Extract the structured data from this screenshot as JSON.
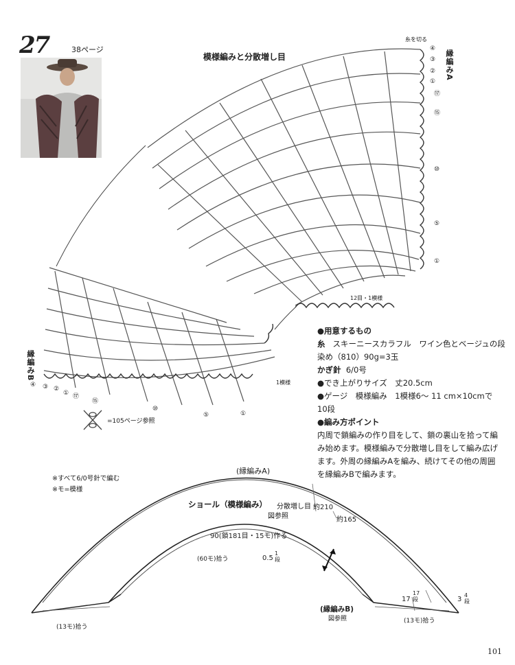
{
  "header": {
    "pattern_number": "27",
    "page_ref": "38ページ"
  },
  "chart_title": "模様編みと分散増し目",
  "diagram_labels": {
    "cut_yarn": "糸を切る",
    "edge_a": "縁編みA",
    "edge_b": "縁編みB",
    "repeat_12": "12目・1模様",
    "repeat_1": "1模様",
    "ref_105": "=105ページ参照",
    "right_rows": [
      "④",
      "③",
      "②",
      "①",
      "⑰",
      "⑮",
      "⑩",
      "⑤",
      "①"
    ],
    "left_rows": [
      "④",
      "③",
      "②",
      "①",
      "⑰",
      "⑮",
      "⑩",
      "⑤",
      "①"
    ]
  },
  "materials": {
    "heading": "●用意するもの",
    "yarn_label": "糸",
    "yarn_line1": "スキーニースカラフル　ワイン色とベージュの段",
    "yarn_line2": "染め（810）90g=3玉",
    "hook_label": "かぎ針",
    "hook_value": "6/0号",
    "size_line": "●でき上がりサイズ　丈20.5cm",
    "gauge_line1": "●ゲージ　模様編み　1模様6～ 11 cm×10cmで",
    "gauge_line2": "10段",
    "points_heading": "●編み方ポイント",
    "points": [
      "内周で鎖編みの作り目をして、鎖の裏山を拾って編",
      "み始めます。模様編みで分散増し目をして編み広げ",
      "ます。外周の縁編みAを編み、続けてその他の周囲",
      "を縁編みBで編みます。"
    ]
  },
  "notes": [
    "※すべて6/0号針で編む",
    "※モ=模様"
  ],
  "schematic": {
    "edge_a": "(縁編みA)",
    "shawl": "ショール（模様編み）",
    "increase_note_1": "分散増し目",
    "increase_note_2": "図参照",
    "about_210": "約210",
    "about_165": "約165",
    "chain_start": "90(鎖181目・15モ)作る",
    "pick_60": "(60モ)拾う",
    "depth_small_num": "0.5",
    "depth_small_row": "1段",
    "edge_b": "(縁編みB)",
    "edge_b_ref": "図参照",
    "pick_13_left": "(13モ)拾う",
    "pick_13_right": "(13モ)拾う",
    "height_num": "17",
    "height_rows": "17段",
    "side_num": "3",
    "side_rows": "4段"
  },
  "page_number": "101"
}
